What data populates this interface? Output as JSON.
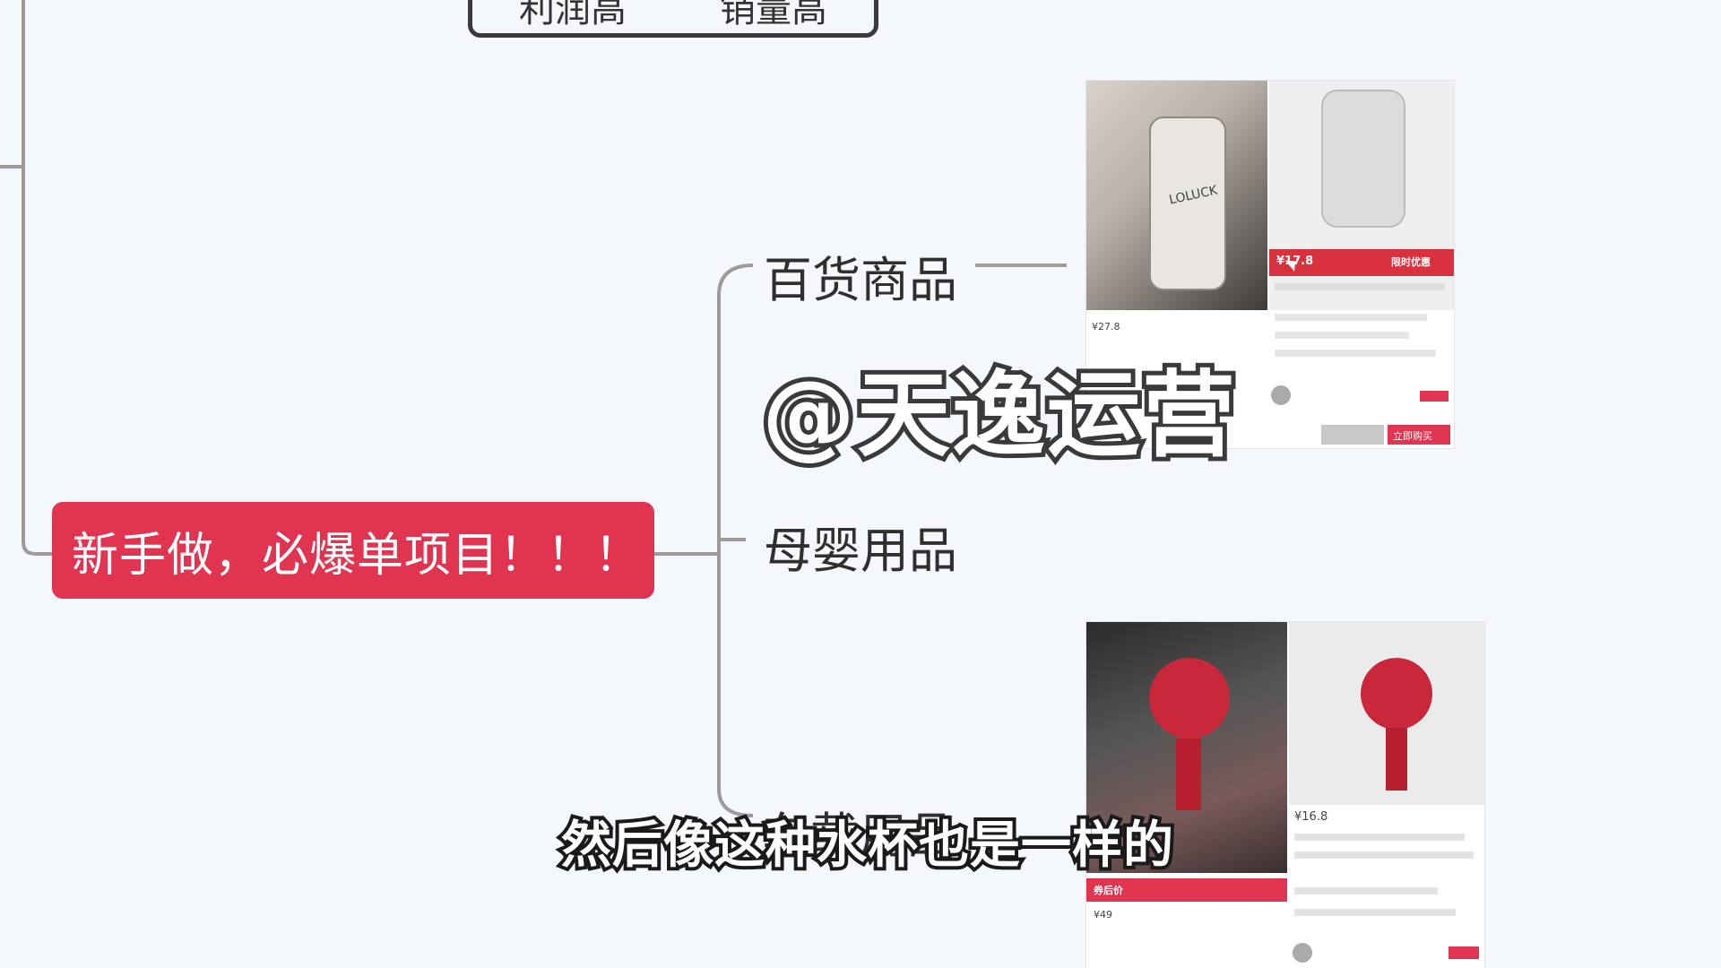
{
  "mindmap": {
    "top_box_labels": [
      "利润高",
      "销量高"
    ],
    "root_label": "新手做，必爆单项目！！！",
    "branches": [
      "百货商品",
      "母婴用品",
      "车载用品"
    ],
    "colors": {
      "root_bg": "#e03450",
      "line": "#a09a9a",
      "accent": "#e03450"
    }
  },
  "product_cards": {
    "cup_card": {
      "price_left": "¥27.8",
      "price_banner": "¥17.8",
      "banner_tag": "限时优惠",
      "cup_text": "LOLUCK",
      "cart_button": "立即购买"
    },
    "car_card": {
      "price_left": "¥49",
      "price_right": "¥16.8",
      "banner_tag": "券后价"
    }
  },
  "overlay": {
    "watermark": "@天逸运营",
    "subtitle": "然后像这种水杯也是一样的"
  }
}
